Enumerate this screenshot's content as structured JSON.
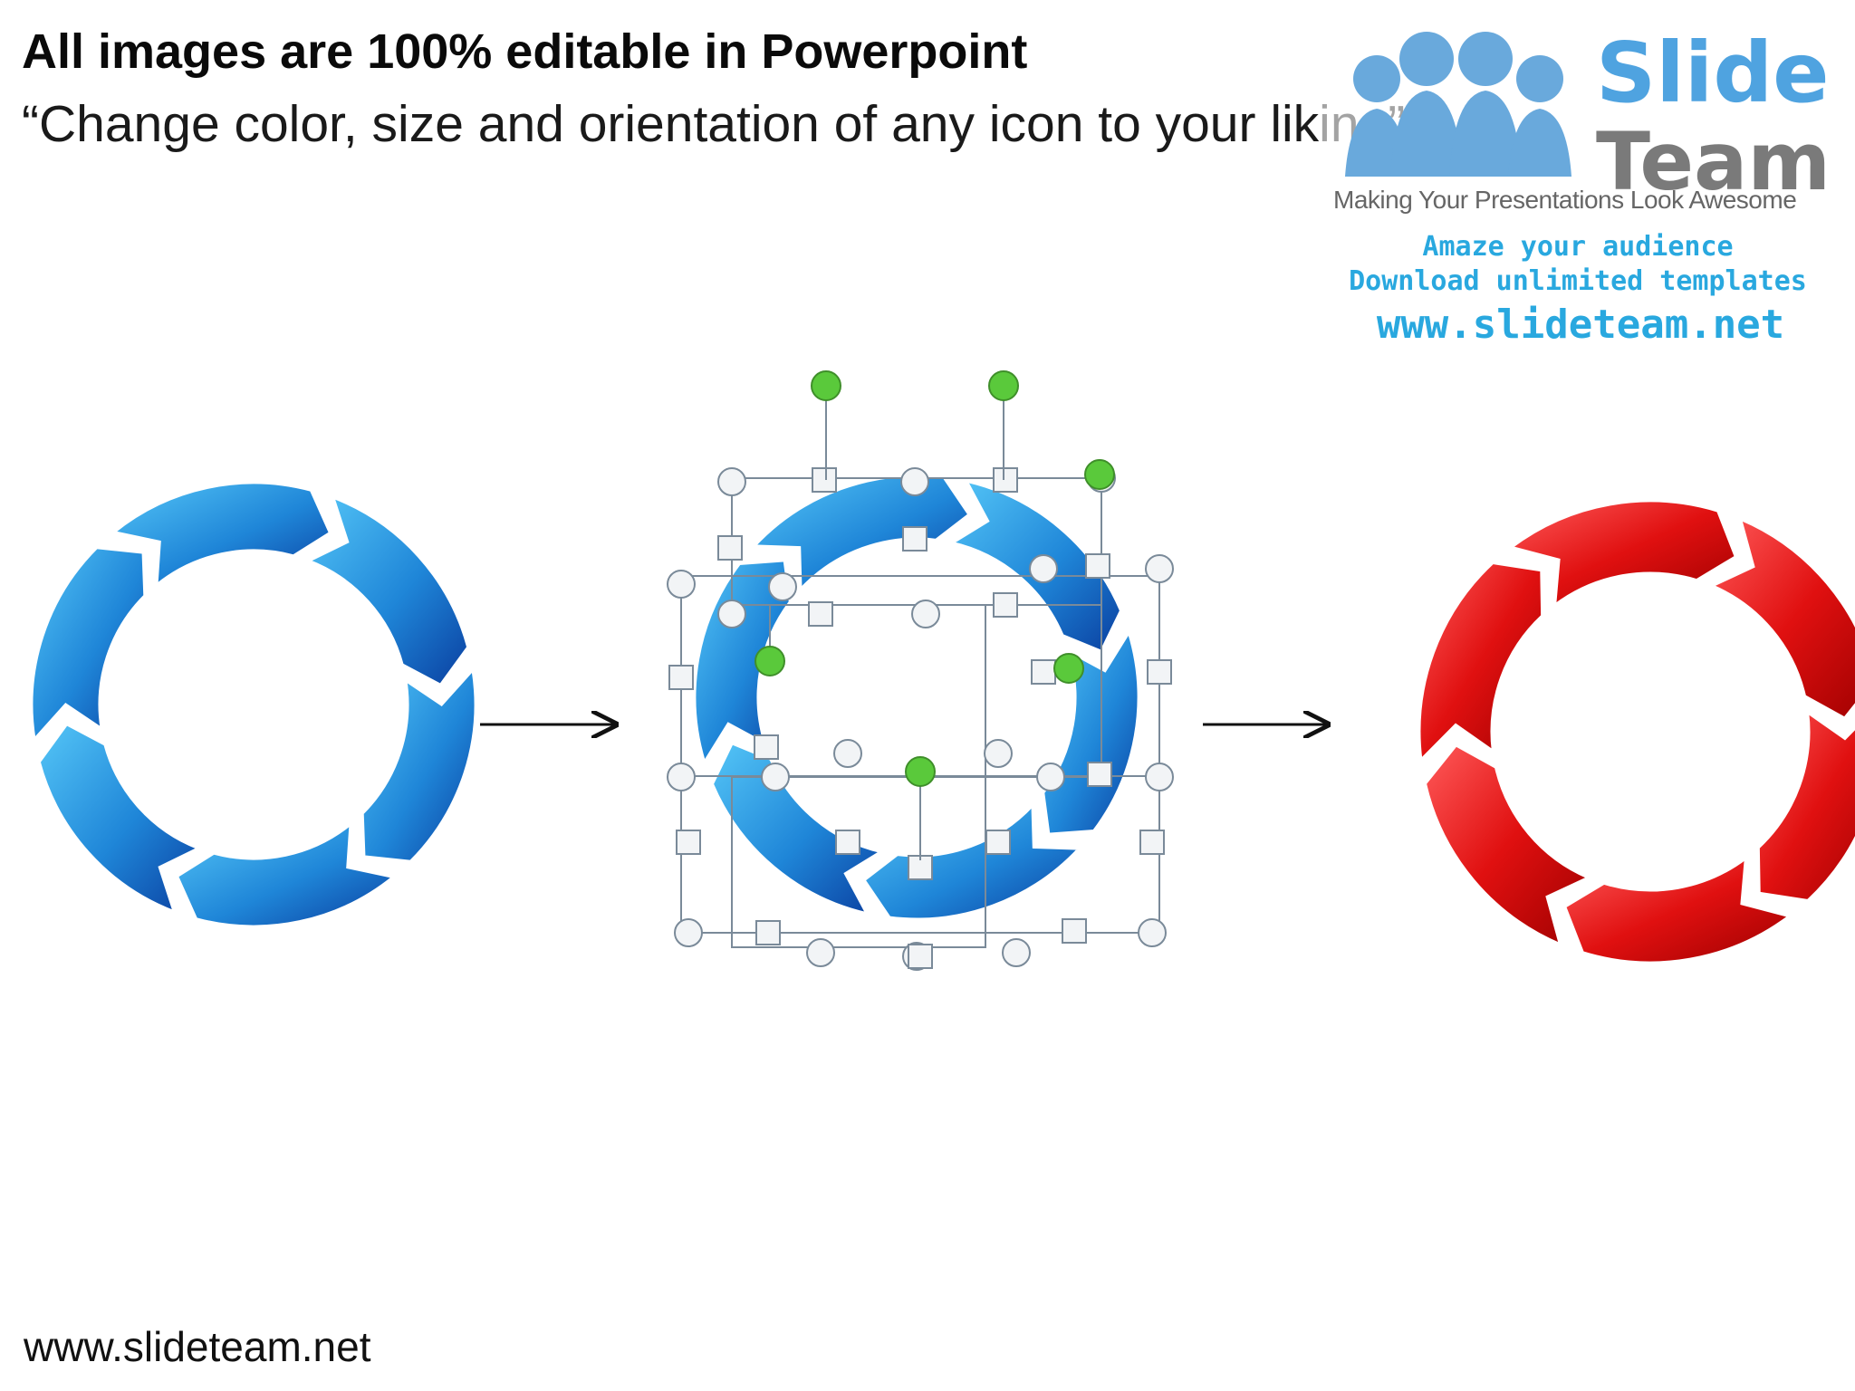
{
  "header": {
    "title": "All images are 100% editable in Powerpoint",
    "subtitle": "“Change color, size and orientation of any icon to your liking”"
  },
  "logo": {
    "word1": "Slide",
    "word2": "Team",
    "tagline": "Making Your Presentations Look Awesome",
    "line1": "Amaze your audience",
    "line2": "Download unlimited templates",
    "line3": "www.slideteam.net",
    "icon": "people-group-icon"
  },
  "footer": {
    "url": "www.slideteam.net"
  },
  "colors": {
    "blue_light": "#3fb6ee",
    "blue_dark": "#0b4fb5",
    "red_light": "#ff3b3b",
    "red_dark": "#b00000",
    "handle_green": "#5ac93b",
    "logo_blue": "#4fa3e0"
  },
  "diagram": {
    "items": [
      {
        "name": "blue-circular-arrows",
        "color": "blue"
      },
      {
        "name": "selected-circular-arrows-with-handles",
        "color": "blue"
      },
      {
        "name": "red-circular-arrows",
        "color": "red"
      }
    ],
    "connectors": [
      "arrow-right-icon",
      "arrow-right-icon"
    ]
  }
}
